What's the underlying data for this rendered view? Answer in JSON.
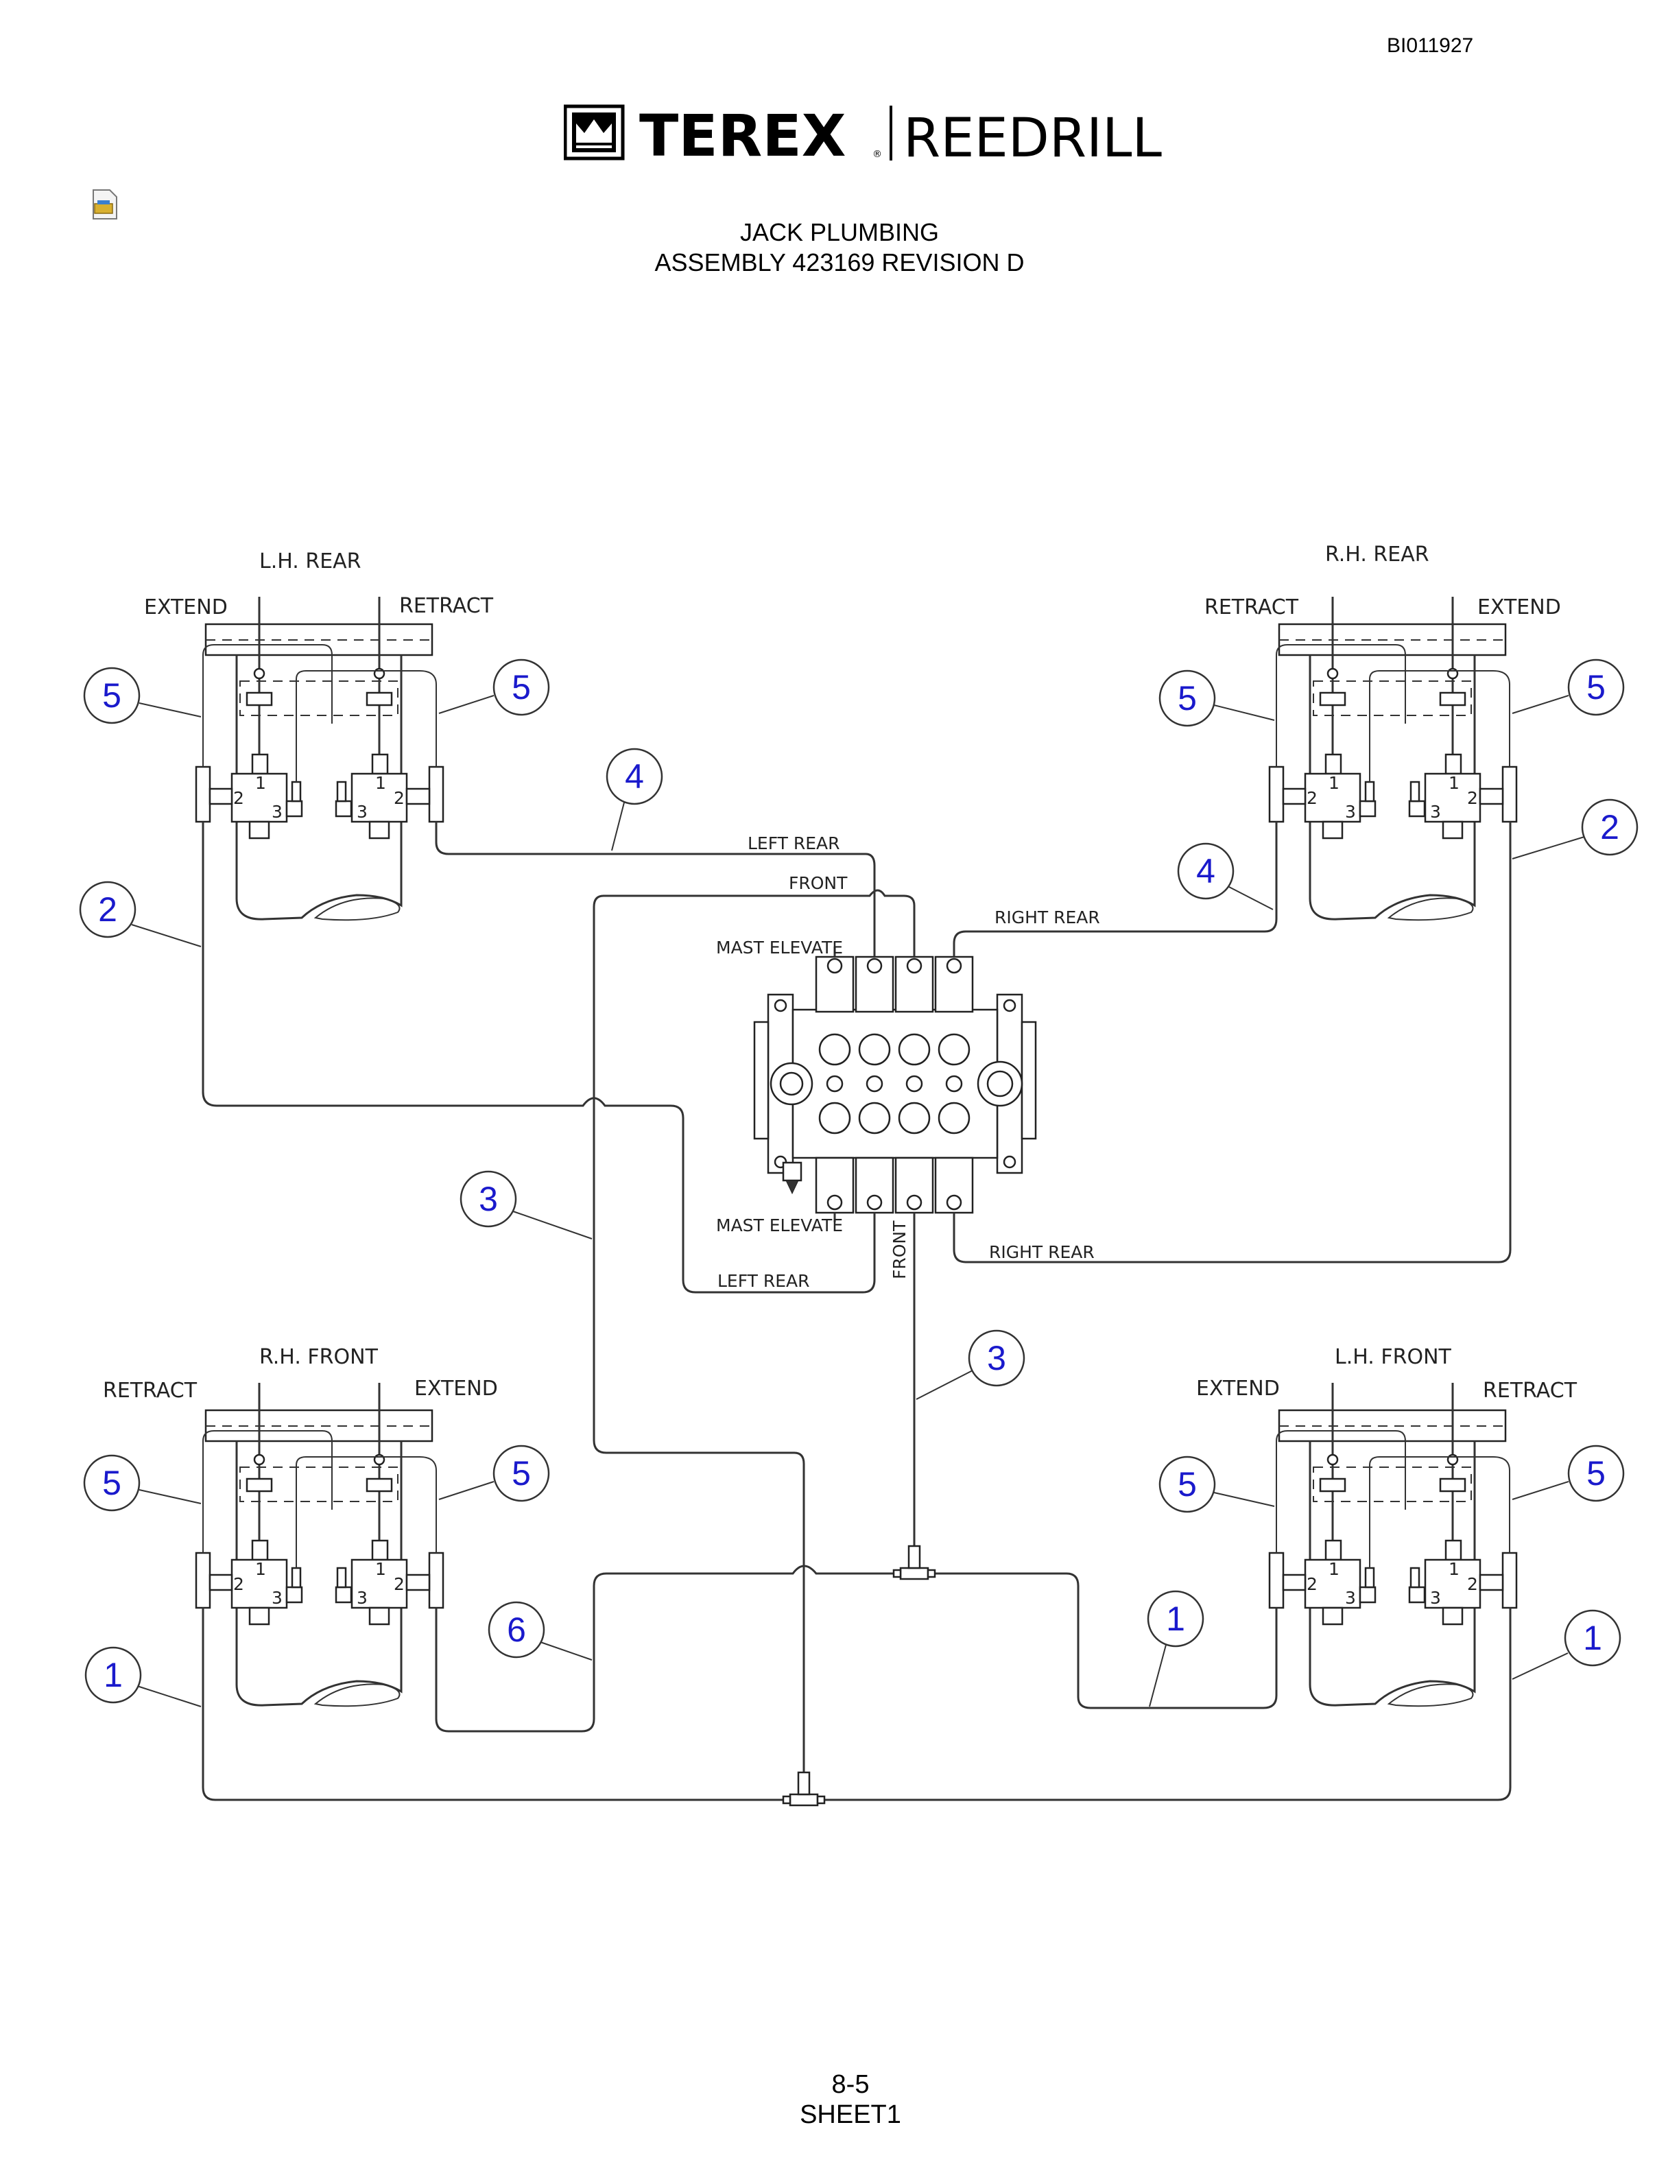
{
  "document": {
    "id": "BI011927",
    "brand": "TEREX",
    "brand_suffix": "REEDRILL",
    "title_line1": "JACK PLUMBING",
    "title_line2": "ASSEMBLY 423169 REVISION D",
    "page_number": "8-5",
    "sheet": "SHEET1"
  },
  "jacks": [
    {
      "name": "L.H. REAR",
      "left_label": "EXTEND",
      "right_label": "RETRACT"
    },
    {
      "name": "R.H. REAR",
      "left_label": "RETRACT",
      "right_label": "EXTEND"
    },
    {
      "name": "R.H. FRONT",
      "left_label": "RETRACT",
      "right_label": "EXTEND"
    },
    {
      "name": "L.H. FRONT",
      "left_label": "EXTEND",
      "right_label": "RETRACT"
    }
  ],
  "valve_labels": {
    "top_left_rear": "LEFT REAR",
    "top_front": "FRONT",
    "top_mast": "MAST ELEVATE",
    "top_right_rear": "RIGHT REAR",
    "bottom_mast": "MAST ELEVATE",
    "bottom_left_rear": "LEFT REAR",
    "bottom_front": "FRONT",
    "bottom_right_rear": "RIGHT REAR"
  },
  "port_labels": {
    "p1": "1",
    "p2": "2",
    "p3": "3"
  },
  "callouts": [
    "5",
    "5",
    "5",
    "5",
    "4",
    "4",
    "2",
    "2",
    "3",
    "3",
    "5",
    "5",
    "5",
    "5",
    "6",
    "1",
    "1",
    "1"
  ],
  "colors": {
    "callout": "#1a1acc",
    "line": "#333333"
  }
}
